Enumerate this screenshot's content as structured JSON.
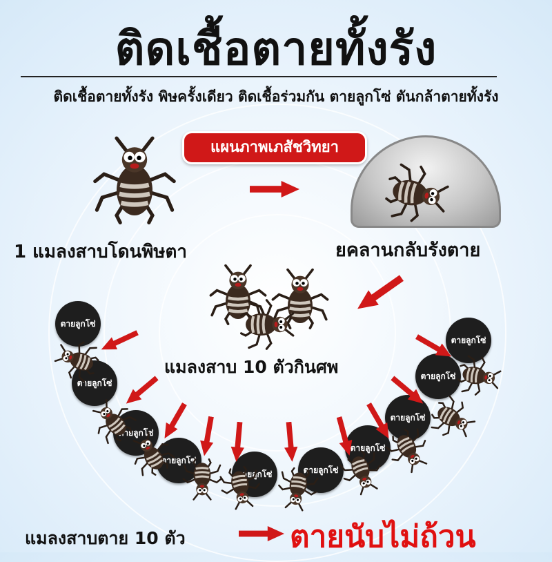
{
  "title": "ติดเชื้อตายทั้งรัง",
  "subtitle": "ติดเชื้อตายทั้งรัง พิษครั้งเดียว ติดเชื้อร่วมกัน ตายลูกโซ่ ตันกล้าตายทั้งรัง",
  "diagram_label": "แผนภาพเภสัชวิทยา",
  "step1": "1 แมลงสาบโดนพิษตา",
  "step2": "ยคลานกลับรังตาย",
  "step3": "แมลงสาบ 10 ตัวกินศพ",
  "step4": "แมลงสาบตาย 10 ตัว",
  "result": "ตายนับไม่ถ้วน",
  "chain_badge": "ตายลูกโซ่",
  "colors": {
    "red": "#d01818",
    "badge": "#1e1e1e",
    "accent_text": "#e01010"
  }
}
